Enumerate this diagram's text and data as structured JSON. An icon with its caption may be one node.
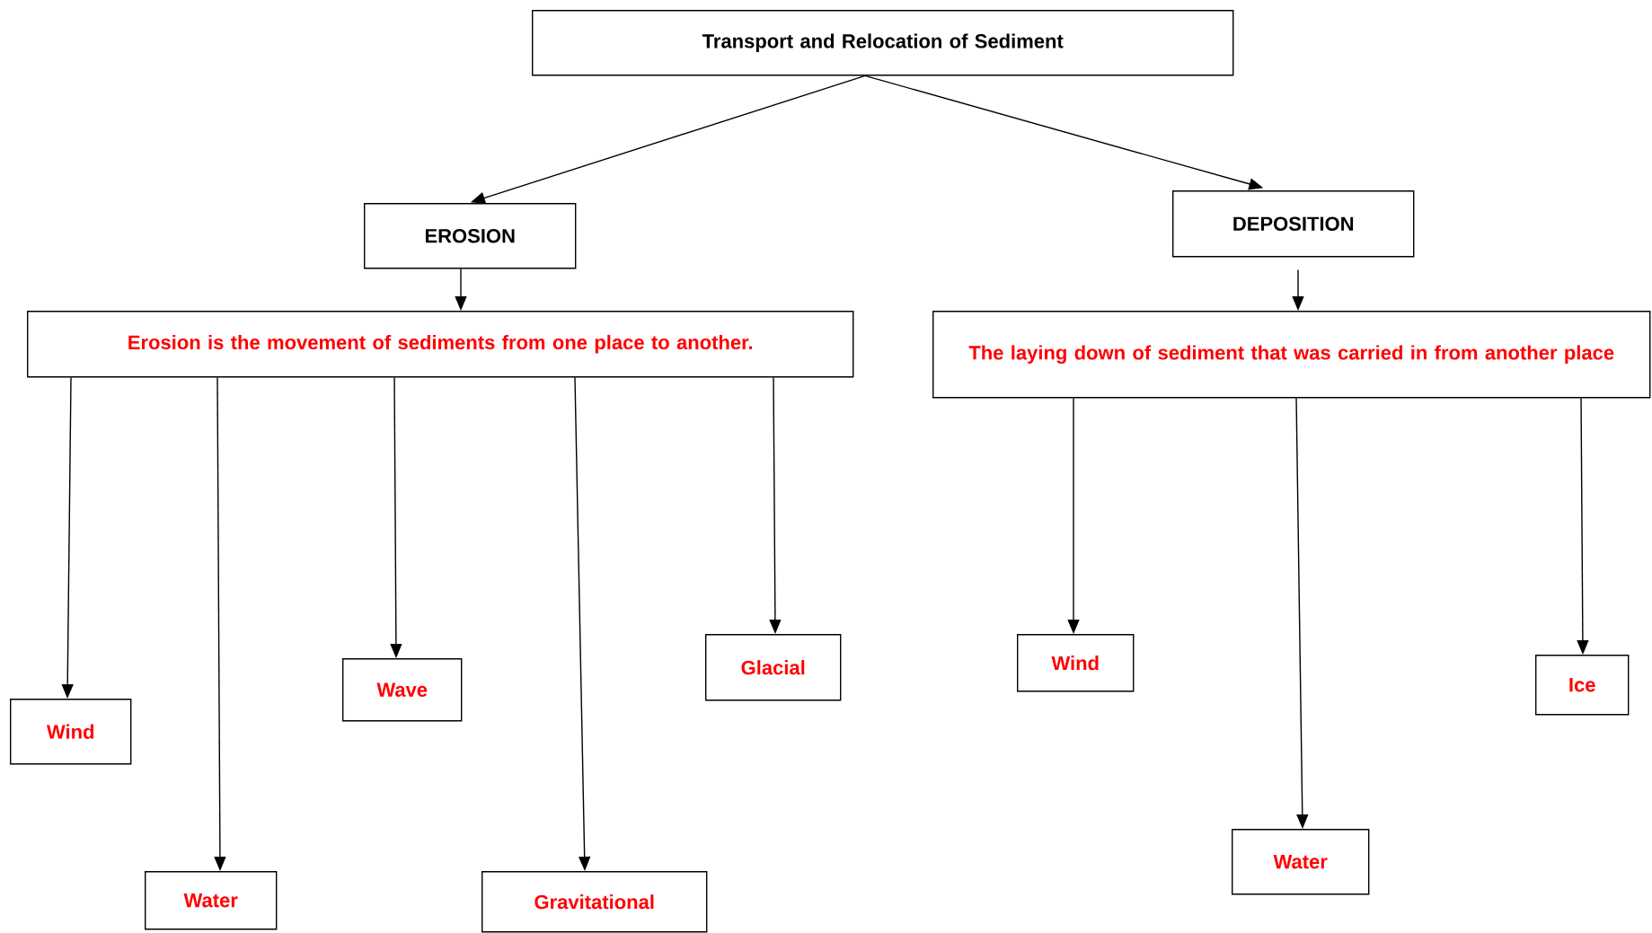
{
  "diagram": {
    "nodes": [
      {
        "text": [
          "Transport and Relocation of Sediment"
        ]
      },
      {
        "text": [
          "EROSION"
        ]
      },
      {
        "text": [
          "DEPOSITION"
        ]
      },
      {
        "text": [
          "Erosion is the movement of sediments from one place to another."
        ]
      },
      {
        "text": [
          "The laying down of sediment that was carried in from another place"
        ]
      },
      {
        "text": [
          "Wind"
        ]
      },
      {
        "text": [
          "Water"
        ]
      },
      {
        "text": [
          "Wave"
        ]
      },
      {
        "text": [
          "Gravitational"
        ]
      },
      {
        "text": [
          "Glacial"
        ]
      },
      {
        "text": [
          "Wind"
        ]
      },
      {
        "text": [
          "Water"
        ]
      },
      {
        "text": [
          "Ice"
        ]
      }
    ],
    "edges": [
      {
        "from": 0,
        "to": 1,
        "arrow": "to"
      },
      {
        "from": 0,
        "to": 2,
        "arrow": "to"
      },
      {
        "from": 1,
        "to": 3,
        "arrow": "to"
      },
      {
        "from": 2,
        "to": 4,
        "arrow": "to"
      },
      {
        "from": 3,
        "to": 5,
        "arrow": "to"
      },
      {
        "from": 3,
        "to": 6,
        "arrow": "to"
      },
      {
        "from": 3,
        "to": 7,
        "arrow": "to"
      },
      {
        "from": 3,
        "to": 8,
        "arrow": "to"
      },
      {
        "from": 3,
        "to": 9,
        "arrow": "to"
      },
      {
        "from": 4,
        "to": 10,
        "arrow": "to"
      },
      {
        "from": 4,
        "to": 11,
        "arrow": "to"
      },
      {
        "from": 4,
        "to": 12,
        "arrow": "to"
      }
    ]
  }
}
